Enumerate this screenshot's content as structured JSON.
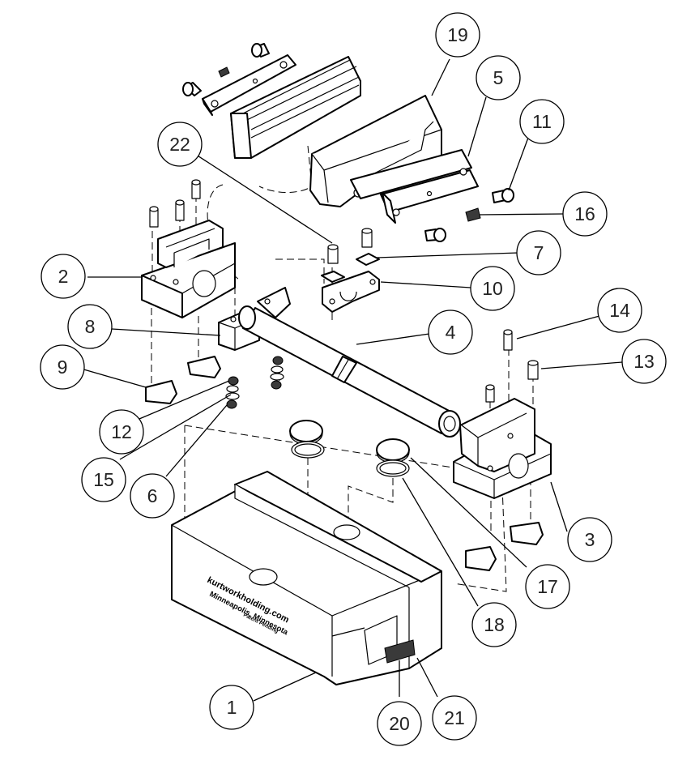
{
  "body_engraving": {
    "line1": "kurtworkholding.com",
    "line2": "Minneapolis, Minnesota",
    "line3": "Patent Pending"
  },
  "callouts": [
    {
      "id": "c1",
      "label": "1"
    },
    {
      "id": "c2",
      "label": "2"
    },
    {
      "id": "c3",
      "label": "3"
    },
    {
      "id": "c4",
      "label": "4"
    },
    {
      "id": "c5",
      "label": "5"
    },
    {
      "id": "c6",
      "label": "6"
    },
    {
      "id": "c7",
      "label": "7"
    },
    {
      "id": "c8",
      "label": "8"
    },
    {
      "id": "c9",
      "label": "9"
    },
    {
      "id": "c10",
      "label": "10"
    },
    {
      "id": "c11",
      "label": "11"
    },
    {
      "id": "c12",
      "label": "12"
    },
    {
      "id": "c13",
      "label": "13"
    },
    {
      "id": "c14",
      "label": "14"
    },
    {
      "id": "c15",
      "label": "15"
    },
    {
      "id": "c16",
      "label": "16"
    },
    {
      "id": "c17",
      "label": "17"
    },
    {
      "id": "c18",
      "label": "18"
    },
    {
      "id": "c19",
      "label": "19"
    },
    {
      "id": "c20",
      "label": "20"
    },
    {
      "id": "c21",
      "label": "21"
    },
    {
      "id": "c22",
      "label": "22"
    }
  ]
}
